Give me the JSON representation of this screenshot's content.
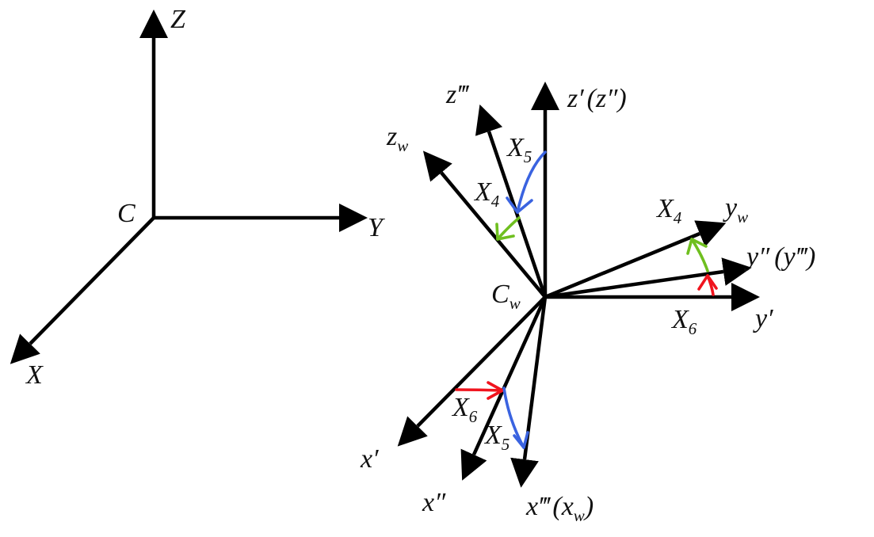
{
  "colors": {
    "axis": "#000000",
    "rotation_X4": "#6fbf1f",
    "rotation_X5": "#3a63e0",
    "rotation_X6": "#f0141e"
  },
  "reference_frame": {
    "origin": "C",
    "x_axis": "X",
    "y_axis": "Y",
    "z_axis": "Z"
  },
  "wrist_frame": {
    "origin_main": "C",
    "origin_sub": "w",
    "z_prime": "z′",
    "z_double_prime_paren": "(z″)",
    "z_triple_prime": "z‴",
    "z_w_main": "z",
    "z_w_sub": "w",
    "y_w_main": "y",
    "y_w_sub": "w",
    "y_double_prime": "y″",
    "y_triple_prime_paren": "(y‴)",
    "y_prime": "y′",
    "x_prime": "x′",
    "x_double_prime": "x″",
    "x_triple_prime": "x‴",
    "x_w_paren_open": "(x",
    "x_w_sub": "w",
    "x_w_paren_close": ")"
  },
  "rotations": {
    "x4_main": "X",
    "x4_sub": "4",
    "x5_main": "X",
    "x5_sub": "5",
    "x6_main": "X",
    "x6_sub": "6"
  }
}
